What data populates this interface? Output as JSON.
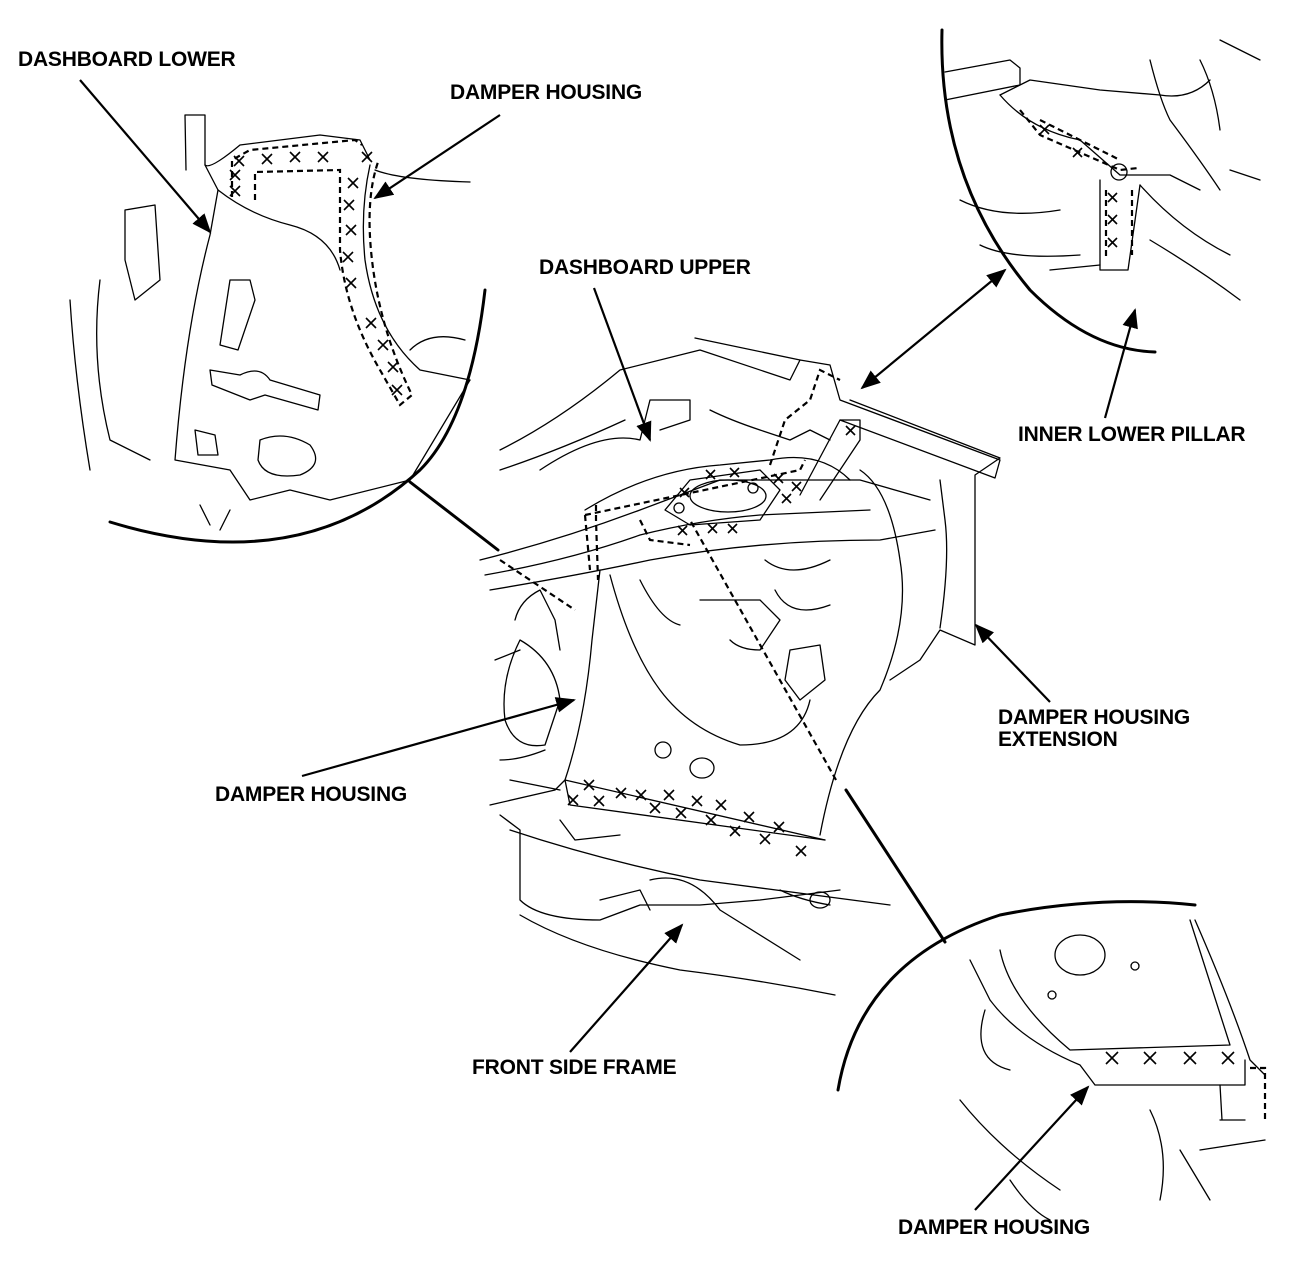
{
  "labels": {
    "dashboard_lower": "DASHBOARD LOWER",
    "damper_housing_top": "DAMPER HOUSING",
    "dashboard_upper": "DASHBOARD UPPER",
    "inner_lower_pillar": "INNER LOWER PILLAR",
    "damper_housing_extension_line1": "DAMPER HOUSING",
    "damper_housing_extension_line2": "EXTENSION",
    "damper_housing_left": "DAMPER HOUSING",
    "front_side_frame": "FRONT SIDE FRAME",
    "damper_housing_bottom": "DAMPER HOUSING"
  },
  "style": {
    "ink": "#000000",
    "paper": "#ffffff"
  }
}
